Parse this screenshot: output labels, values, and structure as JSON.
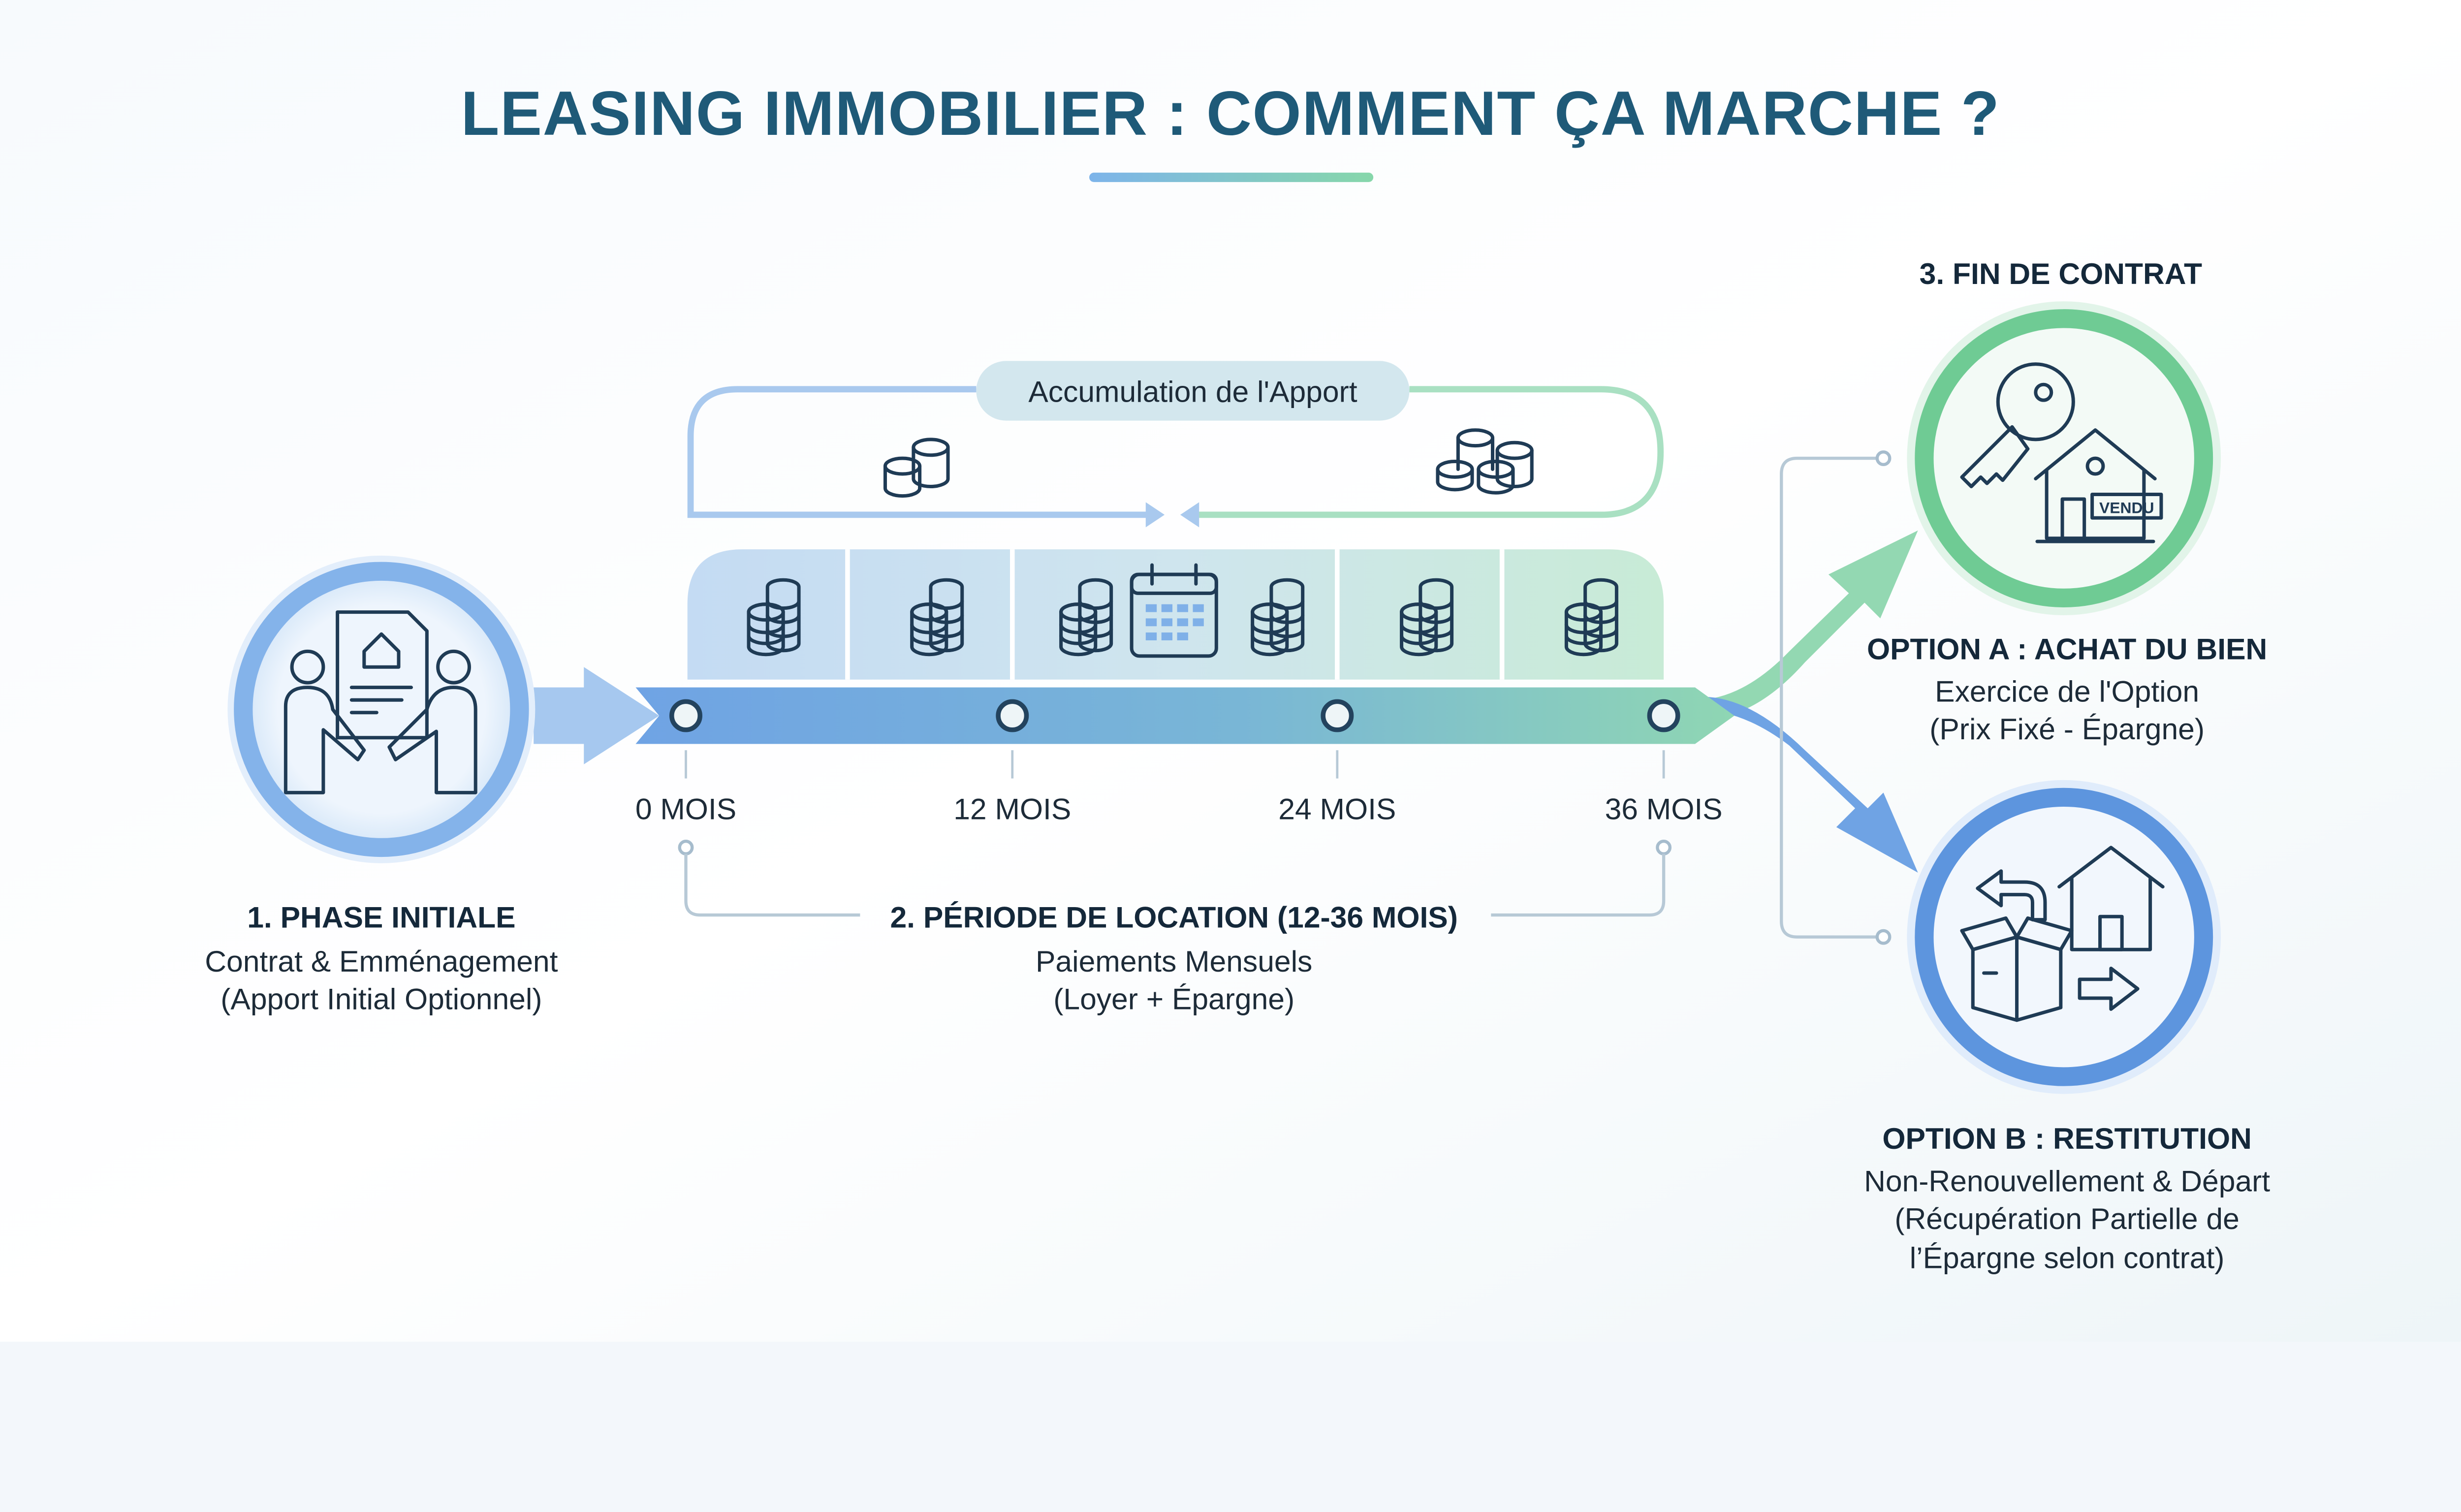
{
  "title": "LEASING IMMOBILIER : COMMENT ÇA MARCHE ?",
  "colors": {
    "title": "#1f5a78",
    "blue": "#6fa6e6",
    "green": "#7fd3a2",
    "text": "#14283a"
  },
  "accumulation_label": "Accumulation de l'Apport",
  "timeline": {
    "ticks": [
      "0 MOIS",
      "12 MOIS",
      "24 MOIS",
      "36 MOIS"
    ]
  },
  "phase1": {
    "icon": "handshake-contract-icon",
    "heading": "1. PHASE INITIALE",
    "line1": "Contrat & Emménagement",
    "line2": "(Apport Initial Optionnel)"
  },
  "phase2": {
    "heading": "2. PÉRIODE DE LOCATION (12-36 MOIS)",
    "line1": "Paiements Mensuels",
    "line2": "(Loyer + Épargne)"
  },
  "phase3": {
    "heading": "3. FIN DE CONTRAT",
    "option_a": {
      "icon": "key-house-sold-icon",
      "sign": "VENDU",
      "heading": "OPTION A : ACHAT DU BIEN",
      "line1": "Exercice de l'Option",
      "line2": "(Prix Fixé - Épargne)"
    },
    "option_b": {
      "icon": "box-return-house-icon",
      "heading": "OPTION B : RESTITUTION",
      "line1": "Non-Renouvellement & Départ",
      "line2": "(Récupération Partielle de",
      "line3": "l’Épargne selon contrat)"
    }
  }
}
